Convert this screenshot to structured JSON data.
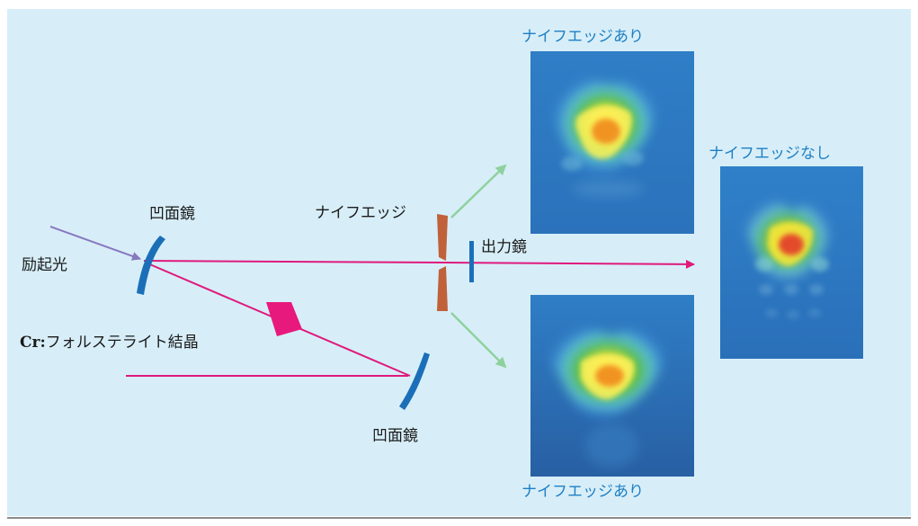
{
  "colors": {
    "panel_bg": "#d7eef8",
    "bottom_rule": "#8a8a8a",
    "laser_beam": "#e0197d",
    "pump_beam": "#8878c0",
    "mirror": "#1b6fb8",
    "knife_edge": "#c0613a",
    "output_mirror": "#1b6fb8",
    "crystal": "#e8197d",
    "deflected_beam": "#8fd19e",
    "caption": "#1f7fc3"
  },
  "labels": {
    "pump_light": "励起光",
    "concave_mirror_top": "凹面鏡",
    "concave_mirror_bottom": "凹面鏡",
    "knife_edge": "ナイフエッジ",
    "output_mirror": "出力鏡",
    "crystal_prefix": "Cr:",
    "crystal_name": "フォルステライト結晶"
  },
  "captions": {
    "top_with_knife_edge": "ナイフエッジあり",
    "bottom_with_knife_edge": "ナイフエッジあり",
    "without_knife_edge": "ナイフエッジなし"
  }
}
